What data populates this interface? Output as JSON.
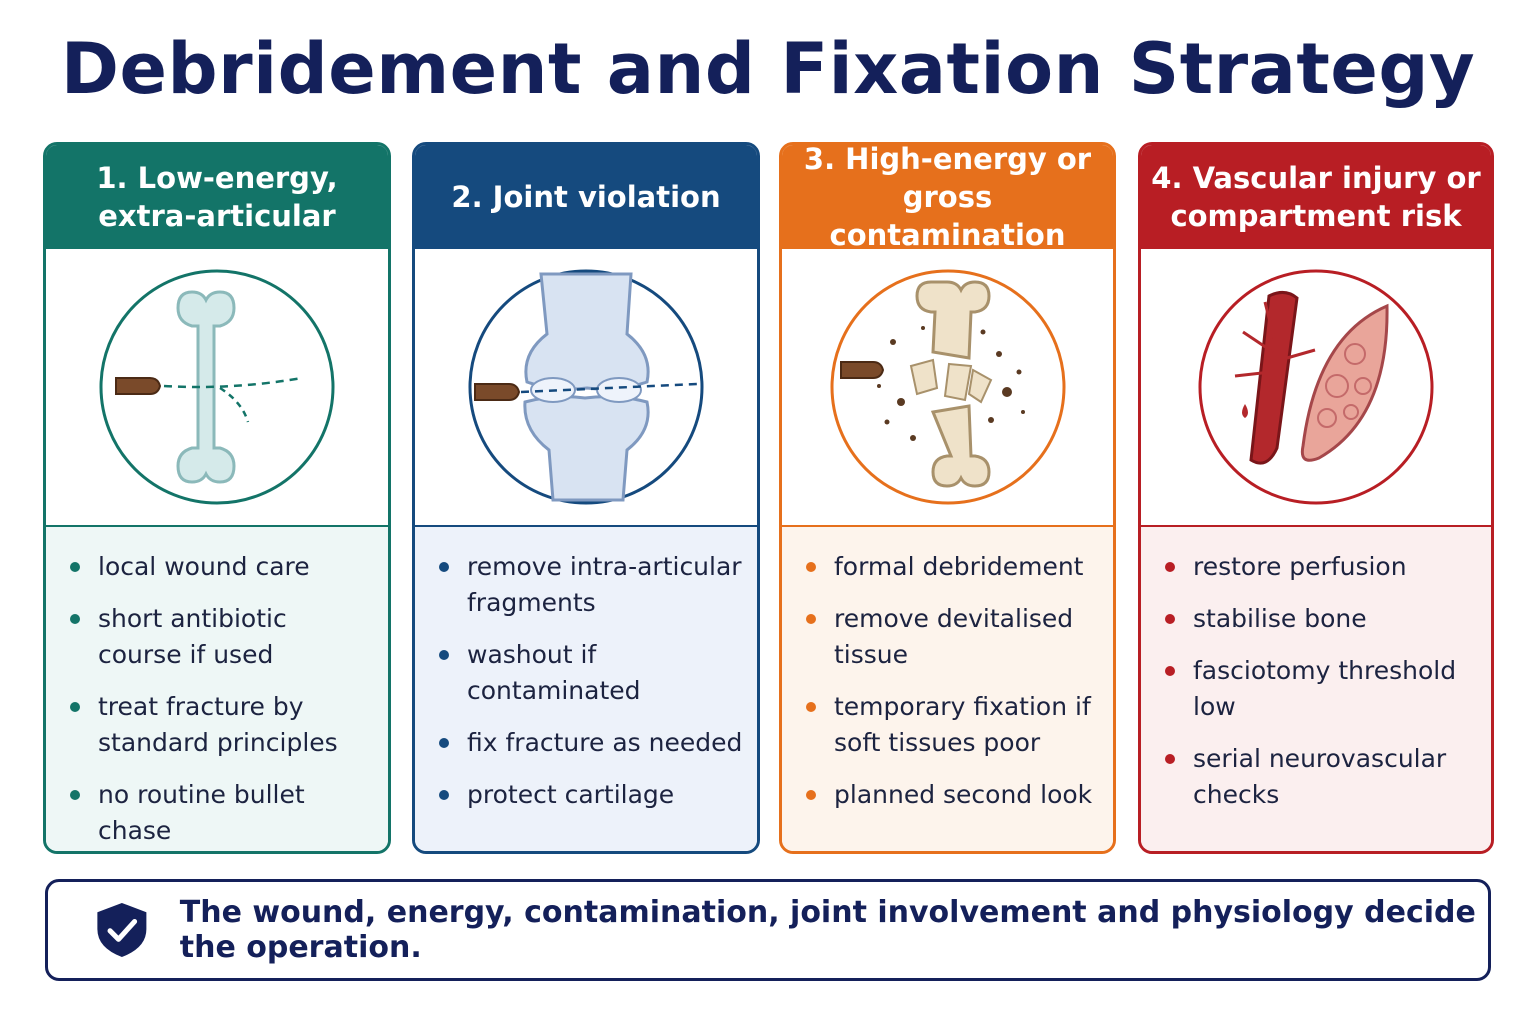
{
  "title": "Debridement and Fixation Strategy",
  "cards": [
    {
      "heading": "1. Low-energy,\nextra-articular",
      "illustration_icon": "bone-bullet-icon",
      "accent_color": "#137468",
      "bullets": [
        "local wound care",
        "short antibiotic course if used",
        "treat fracture by standard principles",
        "no routine bullet chase"
      ]
    },
    {
      "heading": "2. Joint violation",
      "illustration_icon": "knee-joint-bullet-icon",
      "accent_color": "#154a7e",
      "bullets": [
        "remove intra-articular fragments",
        "washout if contaminated",
        "fix fracture as needed",
        "protect cartilage"
      ]
    },
    {
      "heading": "3. High-energy or\ngross contamination",
      "illustration_icon": "shattered-bone-icon",
      "accent_color": "#e6701c",
      "bullets": [
        "formal debridement",
        "remove devitalised tissue",
        "temporary fixation if soft tissues poor",
        "planned second look"
      ]
    },
    {
      "heading": "4. Vascular injury or\ncompartment risk",
      "illustration_icon": "artery-muscle-icon",
      "accent_color": "#b81e24",
      "bullets": [
        "restore perfusion",
        "stabilise bone",
        "fasciotomy threshold low",
        "serial neurovascular checks"
      ]
    }
  ],
  "footer": {
    "icon": "shield-check-icon",
    "text": "The wound, energy, contamination, joint involvement and physiology decide the operation."
  }
}
